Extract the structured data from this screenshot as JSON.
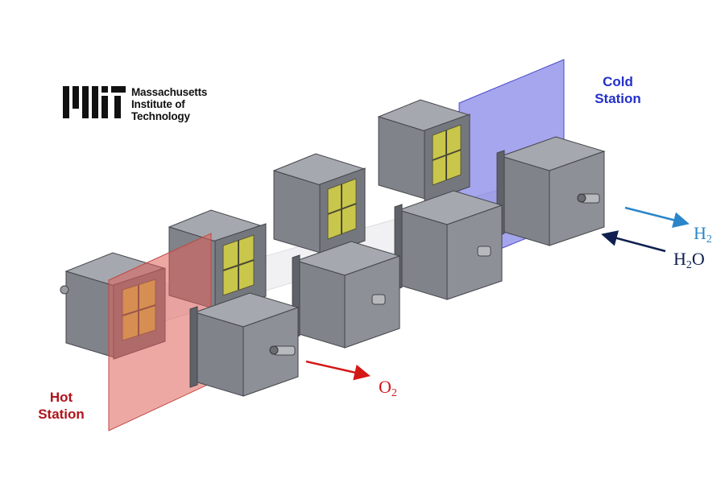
{
  "logo": {
    "mark_icon": "mit-logo-icon",
    "line1": "Massachusetts",
    "line2": "Institute of",
    "line3": "Technology"
  },
  "stations": {
    "cold": {
      "line1": "Cold",
      "line2": "Station",
      "color": "#2330c8"
    },
    "hot": {
      "line1": "Hot",
      "line2": "Station",
      "color": "#b0141b"
    }
  },
  "outputs": {
    "o2": {
      "base": "O",
      "sub": "2",
      "color": "#d41818",
      "direction": "out"
    },
    "h2": {
      "base": "H",
      "sub": "2",
      "color": "#2a86c8",
      "direction": "out"
    },
    "h2o": {
      "base": "H",
      "sub": "2",
      "tail": "O",
      "color": "#0f2050",
      "direction": "in"
    }
  },
  "colors": {
    "housing": "#85888f",
    "catalyst": "#c9c64c",
    "hot_plate": "#e0615a",
    "cold_plate": "#5c5ce0"
  }
}
